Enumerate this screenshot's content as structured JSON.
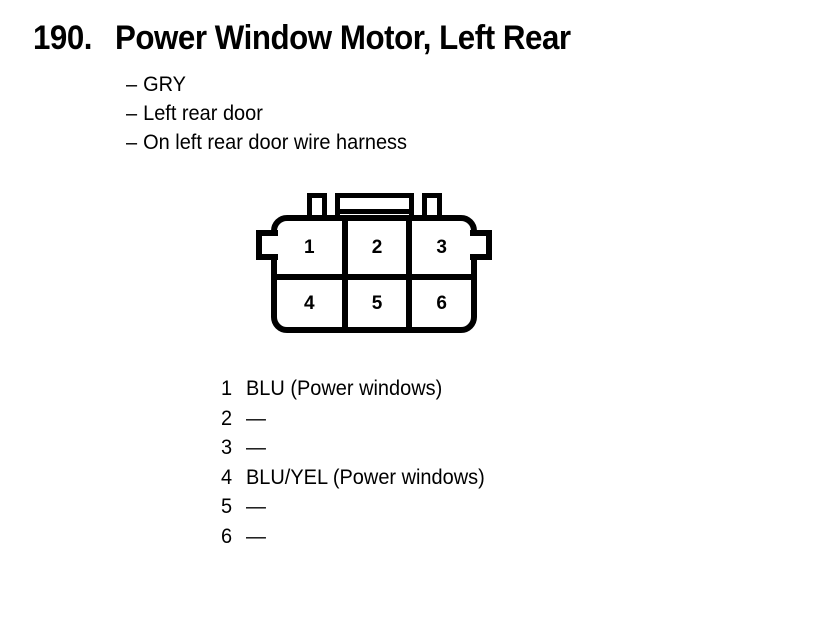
{
  "header": {
    "number": "190.",
    "title": "Power Window Motor, Left Rear"
  },
  "description": {
    "dash": "–",
    "items": [
      "GRY",
      "Left rear door",
      "On left rear door wire harness"
    ]
  },
  "connector": {
    "pins": [
      "1",
      "2",
      "3",
      "4",
      "5",
      "6"
    ],
    "rows": 2,
    "columns": 3
  },
  "legend": {
    "rows": [
      {
        "pin": "1",
        "label": "BLU (Power windows)"
      },
      {
        "pin": "2",
        "label": "—"
      },
      {
        "pin": "3",
        "label": "—"
      },
      {
        "pin": "4",
        "label": "BLU/YEL (Power windows)"
      },
      {
        "pin": "5",
        "label": "—"
      },
      {
        "pin": "6",
        "label": "—"
      }
    ]
  },
  "colors": {
    "ink": "#000000",
    "background": "#ffffff"
  }
}
